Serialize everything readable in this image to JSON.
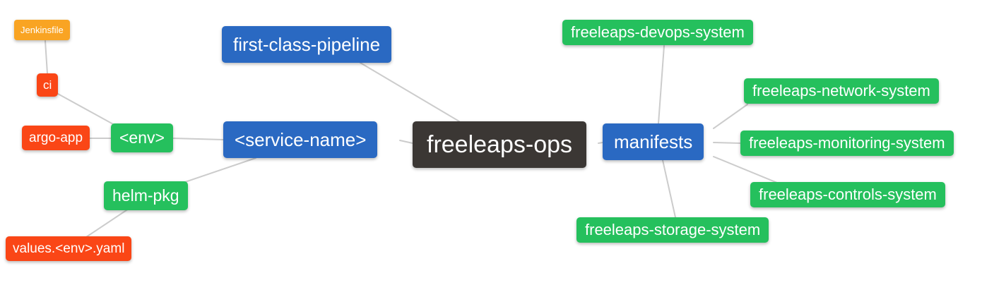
{
  "palette": {
    "blue": "#2a69c2",
    "green": "#25c05d",
    "red": "#fa4616",
    "orange": "#f9a423",
    "dark": "#3b3734",
    "line": "#cccccc",
    "text": "#ffffff"
  },
  "diagram": {
    "title": "freeleaps-ops mind map",
    "nodes": [
      {
        "id": "jenkinsfile",
        "label": "Jenkinsfile",
        "color": "orange"
      },
      {
        "id": "ci",
        "label": "ci",
        "color": "red"
      },
      {
        "id": "argo-app",
        "label": "argo-app",
        "color": "red"
      },
      {
        "id": "env",
        "label": "<env>",
        "color": "green"
      },
      {
        "id": "first-class-pipeline",
        "label": "first-class-pipeline",
        "color": "blue"
      },
      {
        "id": "service-name",
        "label": "<service-name>",
        "color": "blue"
      },
      {
        "id": "freeleaps-ops",
        "label": "freeleaps-ops",
        "color": "dark"
      },
      {
        "id": "manifests",
        "label": "manifests",
        "color": "blue"
      },
      {
        "id": "freeleaps-devops-system",
        "label": "freeleaps-devops-system",
        "color": "green"
      },
      {
        "id": "freeleaps-network-system",
        "label": "freeleaps-network-system",
        "color": "green"
      },
      {
        "id": "freeleaps-monitoring-system",
        "label": "freeleaps-monitoring-system",
        "color": "green"
      },
      {
        "id": "freeleaps-controls-system",
        "label": "freeleaps-controls-system",
        "color": "green"
      },
      {
        "id": "freeleaps-storage-system",
        "label": "freeleaps-storage-system",
        "color": "green"
      },
      {
        "id": "helm-pkg",
        "label": "helm-pkg",
        "color": "green"
      },
      {
        "id": "values-env-yaml",
        "label": "values.<env>.yaml",
        "color": "red"
      }
    ],
    "edges": [
      {
        "from": "jenkinsfile",
        "to": "ci"
      },
      {
        "from": "ci",
        "to": "env"
      },
      {
        "from": "argo-app",
        "to": "env"
      },
      {
        "from": "env",
        "to": "service-name"
      },
      {
        "from": "helm-pkg",
        "to": "service-name"
      },
      {
        "from": "values-env-yaml",
        "to": "helm-pkg"
      },
      {
        "from": "first-class-pipeline",
        "to": "freeleaps-ops"
      },
      {
        "from": "service-name",
        "to": "freeleaps-ops"
      },
      {
        "from": "freeleaps-ops",
        "to": "manifests"
      },
      {
        "from": "manifests",
        "to": "freeleaps-devops-system"
      },
      {
        "from": "manifests",
        "to": "freeleaps-network-system"
      },
      {
        "from": "manifests",
        "to": "freeleaps-monitoring-system"
      },
      {
        "from": "manifests",
        "to": "freeleaps-controls-system"
      },
      {
        "from": "manifests",
        "to": "freeleaps-storage-system"
      }
    ]
  }
}
